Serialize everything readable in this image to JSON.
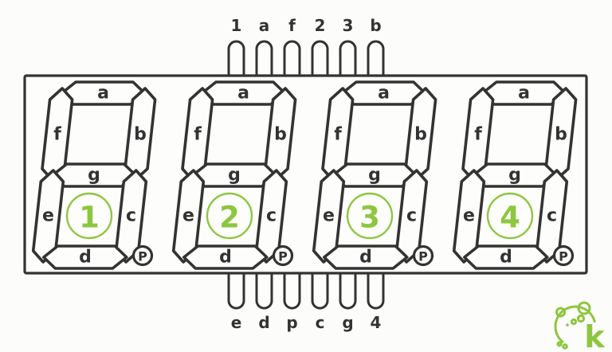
{
  "colors": {
    "ink": "#333333",
    "green": "#8dc63f",
    "background": "#fcfcfa"
  },
  "pins": {
    "top": [
      "1",
      "a",
      "f",
      "2",
      "3",
      "b"
    ],
    "bottom": [
      "e",
      "d",
      "p",
      "c",
      "g",
      "4"
    ]
  },
  "digits": [
    {
      "number": "1",
      "seg_a": "a",
      "seg_b": "b",
      "seg_c": "c",
      "seg_d": "d",
      "seg_e": "e",
      "seg_f": "f",
      "seg_g": "g",
      "dp": "P"
    },
    {
      "number": "2",
      "seg_a": "a",
      "seg_b": "b",
      "seg_c": "c",
      "seg_d": "d",
      "seg_e": "e",
      "seg_f": "f",
      "seg_g": "g",
      "dp": "P"
    },
    {
      "number": "3",
      "seg_a": "a",
      "seg_b": "b",
      "seg_c": "c",
      "seg_d": "d",
      "seg_e": "e",
      "seg_f": "f",
      "seg_g": "g",
      "dp": "P"
    },
    {
      "number": "4",
      "seg_a": "a",
      "seg_b": "b",
      "seg_c": "c",
      "seg_d": "d",
      "seg_e": "e",
      "seg_f": "f",
      "seg_g": "g",
      "dp": "P"
    }
  ],
  "logo": {
    "letter": "k"
  }
}
